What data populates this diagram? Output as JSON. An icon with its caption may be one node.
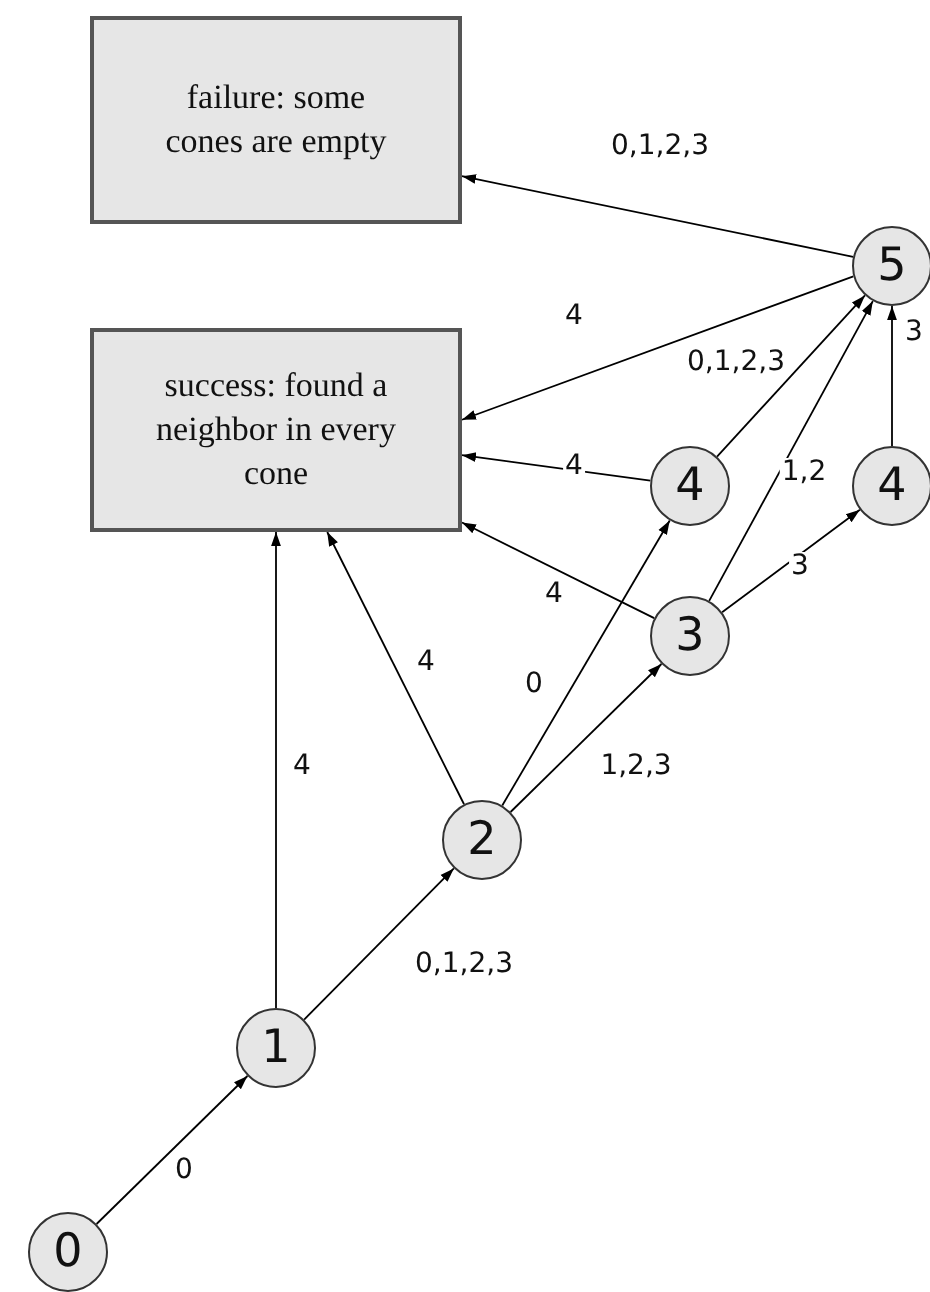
{
  "diagram": {
    "nodes": [
      {
        "text": [
          "failure: some cones are empty"
        ]
      },
      {
        "text": [
          "success: found a neighbor in every cone"
        ]
      },
      {
        "text": [
          "0"
        ]
      },
      {
        "text": [
          "1"
        ]
      },
      {
        "text": [
          "2"
        ]
      },
      {
        "text": [
          "3"
        ]
      },
      {
        "text": [
          "4"
        ]
      },
      {
        "text": [
          "4"
        ]
      },
      {
        "text": [
          "5"
        ]
      }
    ],
    "edges": [
      {
        "from": 2,
        "to": 3,
        "arrow": "to",
        "label": "0"
      },
      {
        "from": 3,
        "to": 4,
        "arrow": "to",
        "label": "0,1,2,3"
      },
      {
        "from": 3,
        "to": 1,
        "arrow": "to",
        "label": "4"
      },
      {
        "from": 4,
        "to": 1,
        "arrow": "to",
        "label": "4"
      },
      {
        "from": 4,
        "to": 6,
        "arrow": "to",
        "label": "0"
      },
      {
        "from": 4,
        "to": 5,
        "arrow": "to",
        "label": "1,2,3"
      },
      {
        "from": 5,
        "to": 1,
        "arrow": "to",
        "label": "4"
      },
      {
        "from": 5,
        "to": 8,
        "arrow": "to",
        "label": "1,2"
      },
      {
        "from": 5,
        "to": 7,
        "arrow": "to",
        "label": "3"
      },
      {
        "from": 6,
        "to": 1,
        "arrow": "to",
        "label": "4"
      },
      {
        "from": 6,
        "to": 8,
        "arrow": "to",
        "label": "0,1,2,3"
      },
      {
        "from": 7,
        "to": 8,
        "arrow": "to",
        "label": "3"
      },
      {
        "from": 8,
        "to": 0,
        "arrow": "to",
        "label": "0,1,2,3"
      },
      {
        "from": 8,
        "to": 1,
        "arrow": "to",
        "label": "4"
      }
    ]
  }
}
